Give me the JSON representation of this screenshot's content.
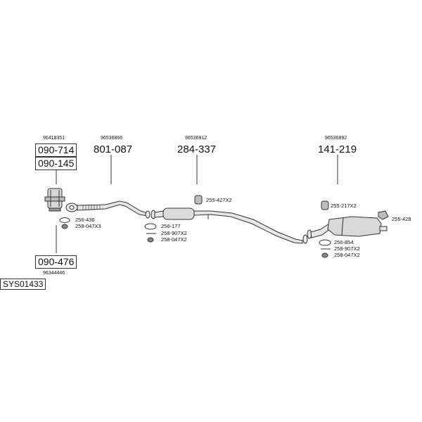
{
  "system_code": "SYS01433",
  "oem_numbers": {
    "front_top": "96418351",
    "front_pipe": "96536866",
    "middle": "96536912",
    "rear": "96536892",
    "cat_bottom": "96344446"
  },
  "part_numbers": {
    "front_top_1": "090-714",
    "front_top_2": "090-145",
    "front_pipe": "801-087",
    "middle": "284-337",
    "rear": "141-219",
    "cat_bottom": "090-476"
  },
  "small_parts": {
    "front_gasket": "256-436",
    "front_nut": "258-047X3",
    "mid_gasket": "256-177",
    "mid_bolt": "258-907X2",
    "mid_nut": "258-047X2",
    "mid_hanger": "255-427X2",
    "rear_hanger": "255-217X2",
    "rear_bracket": "255-428",
    "rear_gasket": "256-854",
    "rear_bolt": "258-907X2",
    "rear_nut": "258-047X2"
  }
}
